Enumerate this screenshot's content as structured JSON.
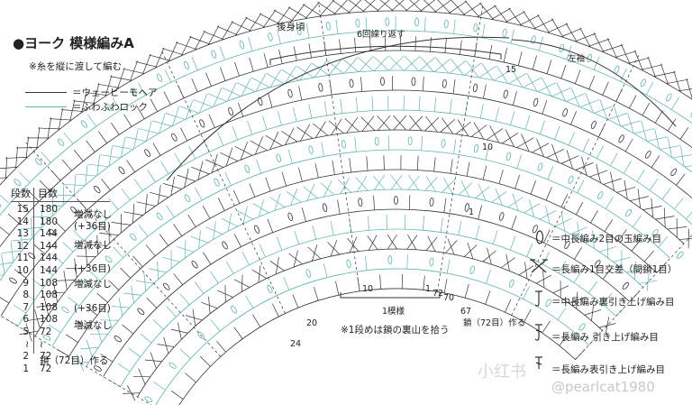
{
  "title": "●ヨーク 模様編みA",
  "note": "※糸を縦に渡して編む",
  "legend": [
    {
      "label": "＝ウェービーモヘア",
      "color": "#333333"
    },
    {
      "label": "＝ふわふわロック",
      "color": "#5fb3b0"
    }
  ],
  "labels": {
    "back_neck": "後身頃",
    "repeat": "6回繰り返す",
    "left_sleeve": "左袖",
    "one_pattern": "1模様",
    "first_row_note": "※1段めは鎖の裏山を拾う",
    "chain_start": "鎖（72目）作る",
    "num_10a": "10",
    "num_1a": "1",
    "num_72": "72",
    "num_70": "70",
    "num_67": "67",
    "num_20": "20",
    "num_24": "24",
    "num_15": "15",
    "num_10b": "10",
    "num_1b": "1"
  },
  "table": {
    "header_rows": "段数",
    "header_stitches": "目数",
    "rows": [
      "15",
      "14",
      "13",
      "12",
      "11",
      "10",
      "9",
      "8",
      "7",
      "6",
      "5",
      "≀",
      "2",
      "1"
    ],
    "stitches": [
      "180",
      "180",
      "144",
      "144",
      "144",
      "144",
      "108",
      "108",
      "108",
      "108",
      "72",
      "≀",
      "72",
      "72"
    ],
    "notes": [
      {
        "text": "増減なし"
      },
      {
        "text": "(+36目)"
      },
      {
        "text": "増減なし"
      },
      {
        "text": "(+36目)"
      },
      {
        "text": "増減なし"
      },
      {
        "text": "(+36目)"
      },
      {
        "text": "増減なし"
      }
    ],
    "footer": "鎖（72目）作る"
  },
  "symbols": [
    {
      "label": "＝中長編み2目の玉編み目"
    },
    {
      "label": "＝長編み1目交差（間鎖1目）"
    },
    {
      "label": "＝中長編み裏引き上げ編み目"
    },
    {
      "label": "＝長編み 引き上げ編み目"
    },
    {
      "label": "＝長編み表引き上げ編み目"
    }
  ],
  "watermark": {
    "cn": "小红书",
    "handle": "@pearlcat1980"
  },
  "colors": {
    "dark": "#333333",
    "teal": "#5fb3b0"
  }
}
